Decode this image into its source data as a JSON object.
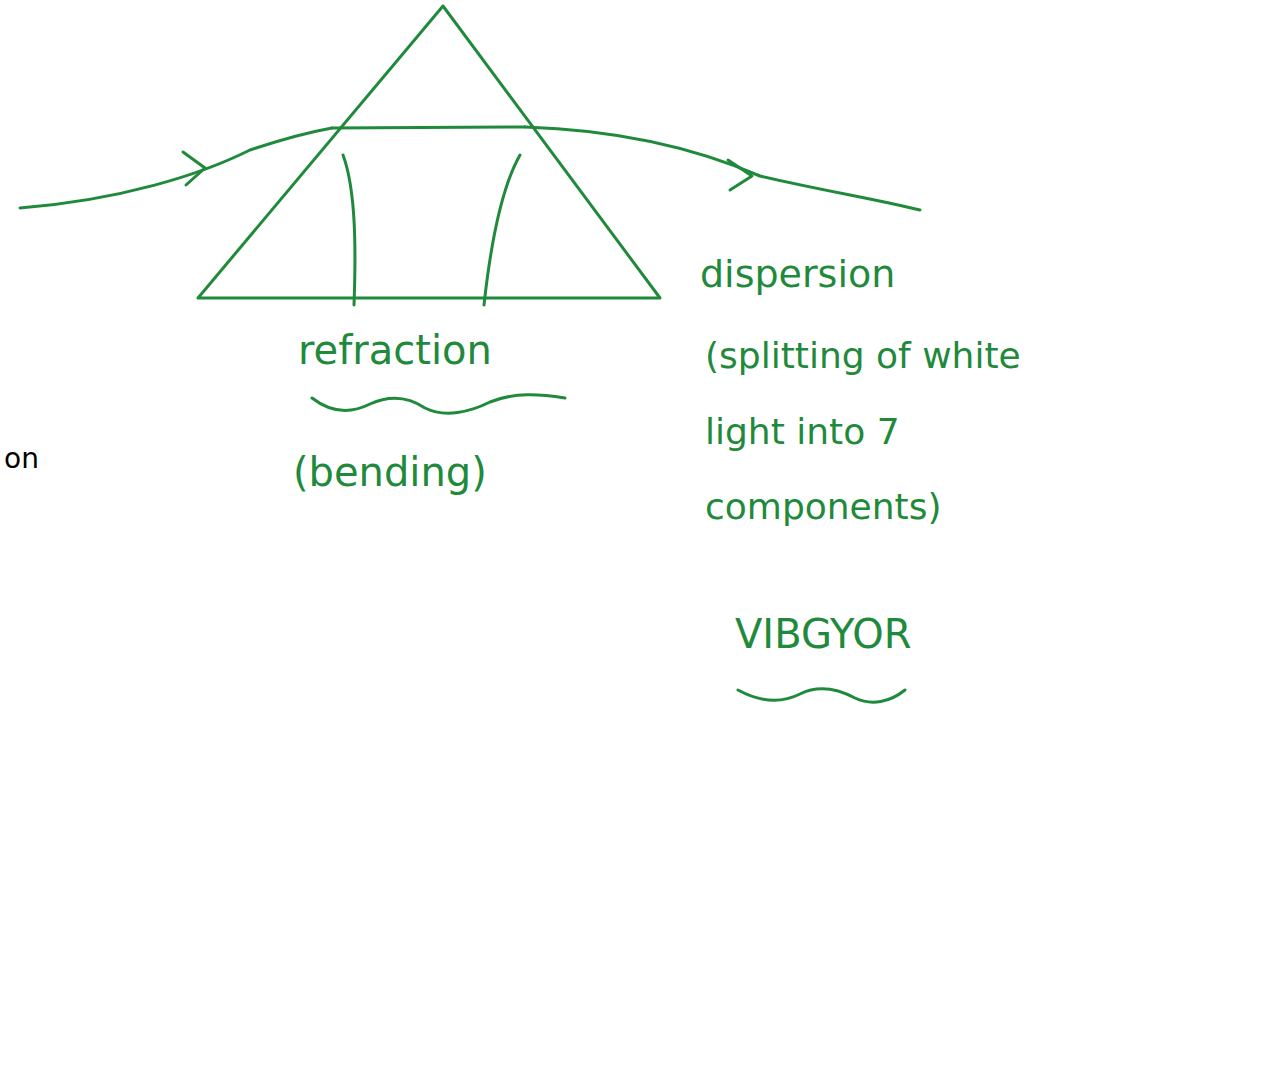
{
  "diagram": {
    "labels": [
      "on",
      "refraction",
      "(bending)",
      "dispersion",
      "(splitting of white light into 7 components)",
      "VIBGYOR"
    ]
  }
}
